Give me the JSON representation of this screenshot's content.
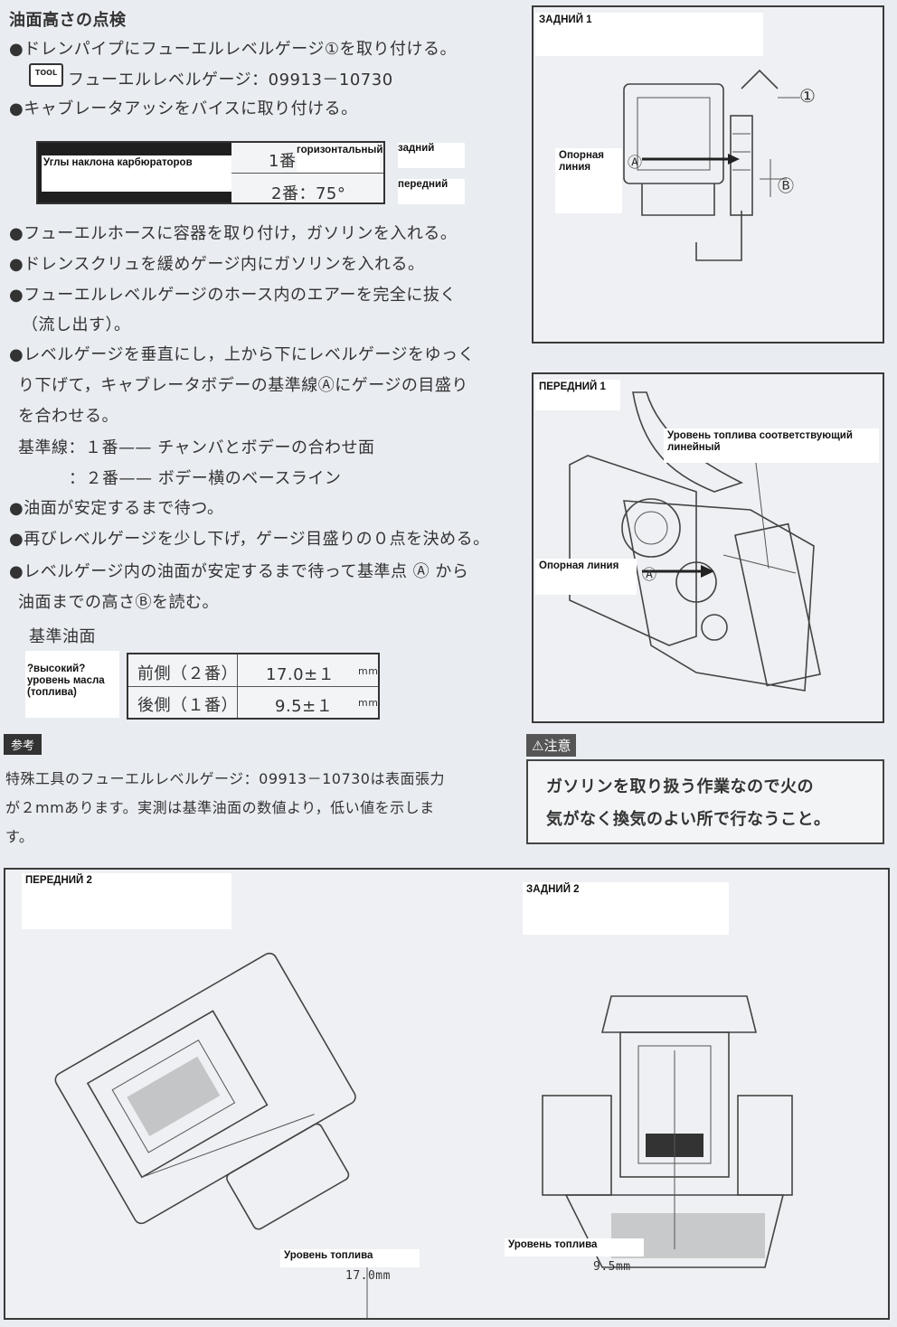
{
  "section_title": "油面高さの点検",
  "steps": [
    "●ドレンパイプにフューエルレベルゲージ①を取り付ける。",
    "フューエルレベルゲージ：09913－10730",
    "●キャブレータアッシをバイスに取り付ける。"
  ],
  "tool_icon_label": "TOOL",
  "angle_table": {
    "header_ru": "Углы наклона карбюраторов",
    "row1_jp": "1番",
    "row1_ru": "горизонтальный",
    "row1_side": "задний",
    "row2_jp": "2番：75°",
    "row2_side": "передний"
  },
  "steps2": [
    "●フューエルホースに容器を取り付け，ガソリンを入れる。",
    "●ドレンスクリュを緩めゲージ内にガソリンを入れる。",
    "●フューエルレベルゲージのホース内のエアーを完全に抜く",
    "（流し出す）。",
    "●レベルゲージを垂直にし，上から下にレベルゲージをゆっく",
    "り下げて，キャブレータボデーの基準線Ⓐにゲージの目盛り",
    "を合わせる。",
    "基準線：１番—— チャンバとボデーの合わせ面",
    "：２番—— ボデー横のベースライン",
    "●油面が安定するまで待つ。",
    "●再びレベルゲージを少し下げ，ゲージ目盛りの０点を決める。",
    "●レベルゲージ内の油面が安定するまで待って基準点 Ⓐ から",
    "油面までの高さⒷを読む。"
  ],
  "standard_level_title": "基準油面",
  "level_note_ru": "?высокий? уровень масла (топлива)",
  "level_table": [
    {
      "label": "前側（２番）",
      "value": "17.0±１",
      "unit": "mm"
    },
    {
      "label": "後側（１番）",
      "value": "9.5±１",
      "unit": "mm"
    }
  ],
  "reference_badge": "参考",
  "reference_lines": [
    "特殊工具のフューエルレベルゲージ：09913－10730は表面張力",
    "が２mmあります。実測は基準油面の数値より，低い値を示しま",
    "す。"
  ],
  "caution": {
    "badge": "⚠注意",
    "lines": [
      "ガソリンを取り扱う作業なので火の",
      "気がなく換気のよい所で行なうこと。"
    ]
  },
  "fig_rear1": {
    "title": "ЗАДНИЙ 1",
    "ref_line": "Опорная линия",
    "callout_1": "①",
    "callout_a": "Ⓐ",
    "callout_b": "Ⓑ"
  },
  "fig_front1": {
    "title": "ПЕРЕДНИЙ 1",
    "fuel_level": "Уровень топлива соответствующий линейный",
    "ref_line": "Опорная линия",
    "callout_a": "Ⓐ"
  },
  "fig_front2": {
    "title": "ПЕРЕДНИЙ 2",
    "fuel_level": "Уровень топлива",
    "measure": "17.0mm"
  },
  "fig_rear2": {
    "title": "ЗАДНИЙ 2",
    "fuel_level": "Уровень топлива",
    "measure": "9.5mm"
  }
}
